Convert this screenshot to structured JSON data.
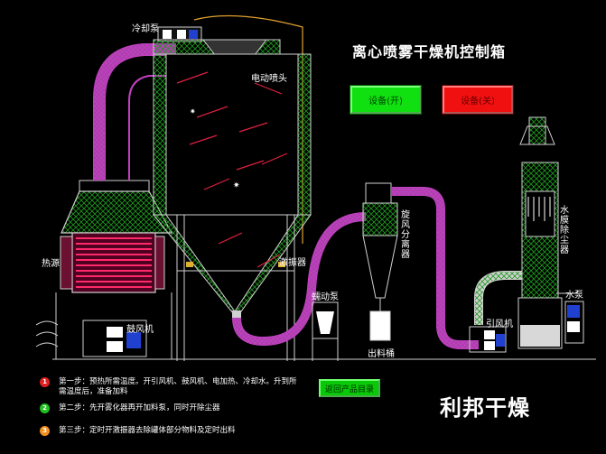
{
  "header": {
    "title": "离心喷雾干燥机控制箱"
  },
  "controls": {
    "start_label": "设备(开)",
    "stop_label": "设备(关)",
    "back_label": "返回产品目录"
  },
  "labels": {
    "cooling_pump": "冷却泵",
    "atomizer": "电动喷头",
    "heat_source": "热源",
    "blower": "鼓风机",
    "vibrator": "激振器",
    "feed_pump": "蠕动泵",
    "cyclone": "旋风分离器",
    "outlet": "出料桶",
    "induced_fan": "引风机",
    "water_scrubber": "水膜除尘器",
    "water_pump": "水泵"
  },
  "steps": [
    {
      "num": "1",
      "color": "#e02020",
      "text": "第一步：预热所需温度。开引风机、鼓风机、电加热、冷却水。升到所需温度后，准备加料"
    },
    {
      "num": "2",
      "color": "#20c020",
      "text": "第二步：先开雾化器再开加料泵，同时开除尘器"
    },
    {
      "num": "3",
      "color": "#f09020",
      "text": "第三步：定时开激振器去除罐体部分物料及定时出料"
    }
  ],
  "brand": {
    "name": "利邦干燥"
  },
  "colors": {
    "frame": "#d0d0d0",
    "mesh": "#20a020",
    "duct": "#c040c0",
    "heater": "#e02060",
    "pipe": "#e0a030"
  }
}
